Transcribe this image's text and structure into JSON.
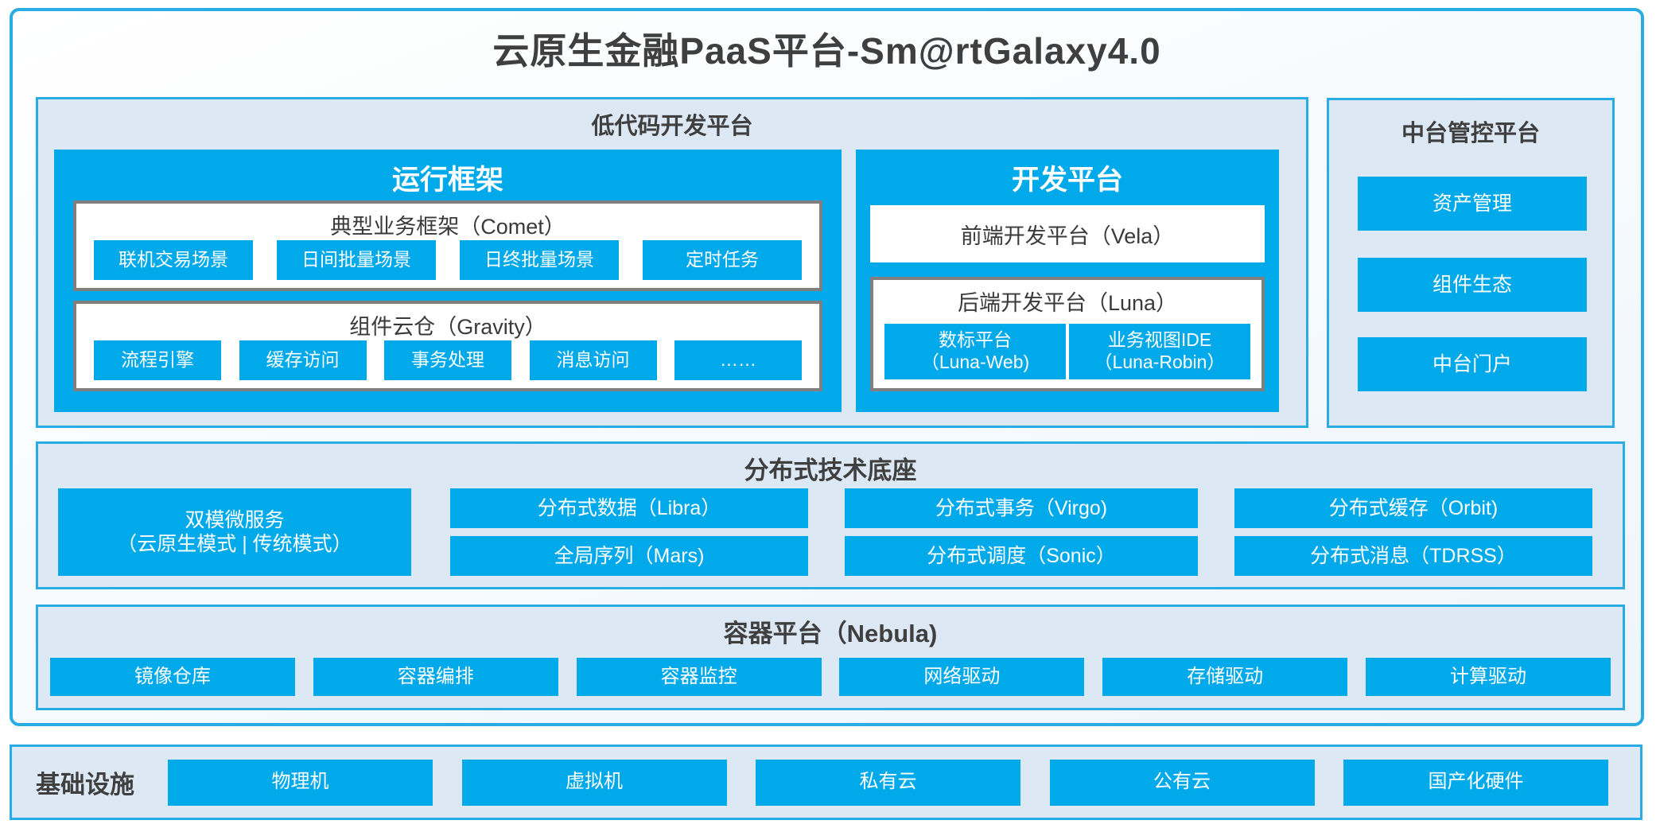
{
  "title": "云原生金融PaaS平台-Sm@rtGalaxy4.0",
  "colors": {
    "accent_blue": "#00a9e9",
    "border_blue": "#29abe3",
    "panel_bg": "#dde8f5",
    "gray_border": "#7f7f7f",
    "dark_text": "#3f3f3f",
    "white": "#ffffff"
  },
  "lowcode": {
    "title": "低代码开发平台",
    "runtime": {
      "title": "运行框架",
      "comet": {
        "title": "典型业务框架（Comet）",
        "items": [
          "联机交易场景",
          "日间批量场景",
          "日终批量场景",
          "定时任务"
        ]
      },
      "gravity": {
        "title": "组件云仓（Gravity）",
        "items": [
          "流程引擎",
          "缓存访问",
          "事务处理",
          "消息访问",
          "……"
        ]
      }
    },
    "dev": {
      "title": "开发平台",
      "vela": "前端开发平台（Vela）",
      "luna": {
        "title": "后端开发平台（Luna）",
        "items": [
          {
            "line1": "数标平台",
            "line2": "（Luna-Web)"
          },
          {
            "line1": "业务视图IDE",
            "line2": "（Luna-Robin）"
          }
        ]
      }
    }
  },
  "midplatform": {
    "title": "中台管控平台",
    "items": [
      "资产管理",
      "组件生态",
      "中台门户"
    ]
  },
  "distributed": {
    "title": "分布式技术底座",
    "dual_mode": {
      "line1": "双模微服务",
      "line2": "（云原生模式 | 传统模式）"
    },
    "columns": [
      [
        "分布式数据（Libra）",
        "全局序列（Mars)"
      ],
      [
        "分布式事务（Virgo)",
        "分布式调度（Sonic）"
      ],
      [
        "分布式缓存（Orbit)",
        "分布式消息（TDRSS）"
      ]
    ]
  },
  "container_platform": {
    "title": "容器平台（Nebula)",
    "items": [
      "镜像仓库",
      "容器编排",
      "容器监控",
      "网络驱动",
      "存储驱动",
      "计算驱动"
    ]
  },
  "infrastructure": {
    "title": "基础设施",
    "items": [
      "物理机",
      "虚拟机",
      "私有云",
      "公有云",
      "国产化硬件"
    ]
  }
}
